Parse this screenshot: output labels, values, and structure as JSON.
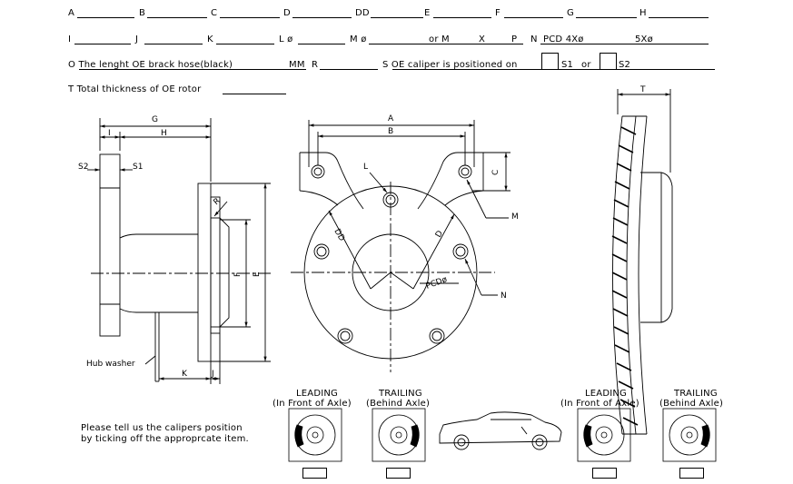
{
  "form": {
    "row1": [
      "A",
      "B",
      "C",
      "D",
      "DD",
      "E",
      "F",
      "G",
      "H"
    ],
    "row2": {
      "i": "I",
      "j": "J",
      "k": "K",
      "l": "L ø",
      "m": "M ø",
      "or_m": "or M",
      "x": "X",
      "p": "P",
      "n": "N",
      "pcd4": "PCD  4Xø",
      "pcd5": "5Xø"
    },
    "row3": {
      "o": "O  The  lenght  OE  brack  hose(black)",
      "mm": "MM",
      "r": "R",
      "s": "S  OE  caliper  is  positioned  on",
      "s1": "S1",
      "or": "or",
      "s2": "S2"
    },
    "row4": {
      "t": "T  Total  thickness  of  OE  rotor"
    }
  },
  "labels": {
    "hub": {
      "G": "G",
      "I": "I",
      "H": "H",
      "S2": "S2",
      "S1": "S1",
      "R": "R",
      "F": "F",
      "E": "E",
      "K": "K",
      "J": "J",
      "washer": "Hub  washer"
    },
    "caliper": {
      "A": "A",
      "B": "B",
      "C": "C",
      "L": "L",
      "M": "M",
      "N": "N",
      "DD": "DD",
      "D": "D",
      "PCD": "PCDø"
    },
    "rotor": {
      "T": "T"
    }
  },
  "positions": {
    "leading1": [
      "LEADING",
      "(In  Front  of  Axle)"
    ],
    "trailing1": [
      "TRAILING",
      "(Behind  Axle)"
    ],
    "leading2": [
      "LEADING",
      "(In  Front  of  Axle)"
    ],
    "trailing2": [
      "TRAILING",
      "(Behind  Axle)"
    ],
    "instruction": [
      "Please  tell  us  the  calipers  position",
      "by  ticking  off  the  approprcate  item."
    ]
  }
}
